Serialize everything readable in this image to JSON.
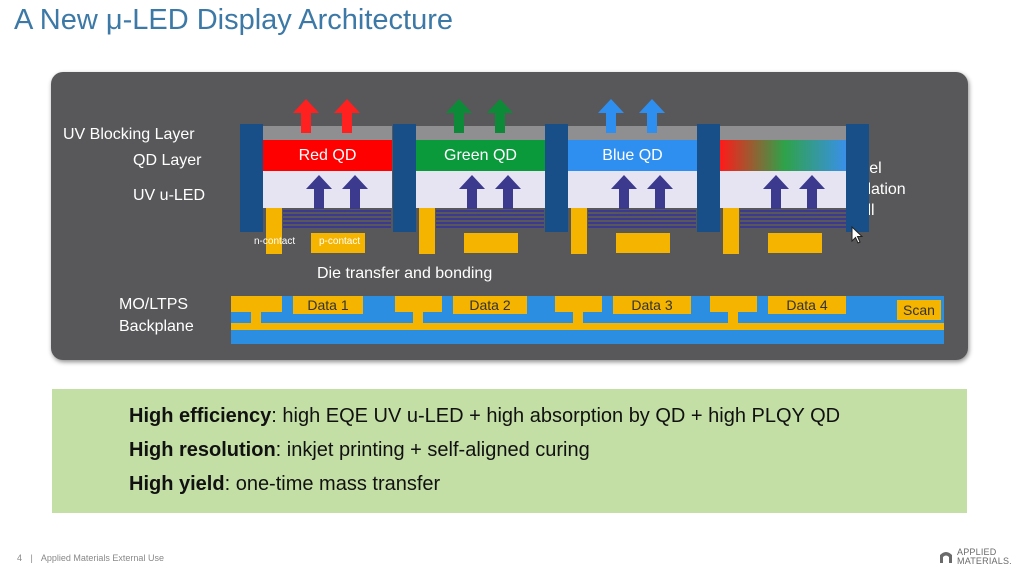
{
  "slide": {
    "title": "A New μ-LED Display Architecture"
  },
  "diagram": {
    "layer_labels": [
      "UV Blocking Layer",
      "QD Layer",
      "UV u-LED"
    ],
    "pixels": [
      {
        "label": "Red QD",
        "color": "#ff0000",
        "arrow_color": "#ff2020"
      },
      {
        "label": "Green QD",
        "color": "#0a9a3c",
        "arrow_color": "#0c8a38"
      },
      {
        "label": "Blue QD",
        "color": "#2f8ff0",
        "arrow_color": "#2f8ff0"
      },
      {
        "label": "",
        "color": "gradient-red-green-blue",
        "arrow_color": "none"
      }
    ],
    "contact_labels": {
      "n": "n-contact",
      "p": "p-contact"
    },
    "wall_label": "Pixel isolation wall",
    "transfer_label": "Die transfer and bonding",
    "backplane_label": [
      "MO/LTPS",
      "Backplane"
    ],
    "data_lines": [
      "Data 1",
      "Data 2",
      "Data 3",
      "Data 4"
    ],
    "scan_label": "Scan",
    "colors": {
      "panel": "#58585a",
      "wall": "#184f88",
      "contact": "#f4b400",
      "backplane_blue": "#2c8ee0",
      "uv_arrow": "#3b3a8e"
    }
  },
  "highlights": [
    {
      "bold": "High efficiency",
      "rest": ": high EQE UV u-LED + high absorption by QD + high PLQY QD"
    },
    {
      "bold": "High resolution",
      "rest": ": inkjet printing + self-aligned curing"
    },
    {
      "bold": "High yield",
      "rest": ": one-time mass transfer"
    }
  ],
  "footer": {
    "page": "4",
    "classification": "Applied Materials External Use",
    "logo_text": [
      "APPLIED",
      "MATERIALS."
    ]
  }
}
